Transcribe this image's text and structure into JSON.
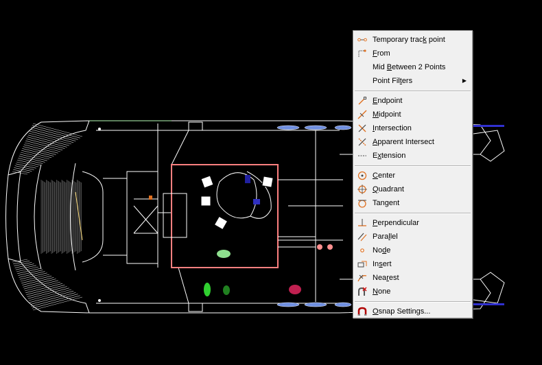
{
  "menu": {
    "groups": [
      [
        {
          "id": "temporary-track-point",
          "pre": "Temporary trac",
          "key": "k",
          "post": " point",
          "icon": "track-point-icon"
        },
        {
          "id": "from",
          "pre": "",
          "key": "F",
          "post": "rom",
          "icon": "from-icon"
        },
        {
          "id": "mid-between-2-points",
          "pre": "Mid ",
          "key": "B",
          "post": "etween 2 Points",
          "icon": ""
        },
        {
          "id": "point-filters",
          "pre": "Point Fil",
          "key": "t",
          "post": "ers",
          "icon": "",
          "submenu": true
        }
      ],
      [
        {
          "id": "endpoint",
          "pre": "",
          "key": "E",
          "post": "ndpoint",
          "icon": "endpoint-icon"
        },
        {
          "id": "midpoint",
          "pre": "",
          "key": "M",
          "post": "idpoint",
          "icon": "midpoint-icon"
        },
        {
          "id": "intersection",
          "pre": "",
          "key": "I",
          "post": "ntersection",
          "icon": "intersection-icon"
        },
        {
          "id": "apparent-intersect",
          "pre": "",
          "key": "A",
          "post": "pparent Intersect",
          "icon": "apparent-intersect-icon"
        },
        {
          "id": "extension",
          "pre": "E",
          "key": "x",
          "post": "tension",
          "icon": "extension-icon"
        }
      ],
      [
        {
          "id": "center",
          "pre": "",
          "key": "C",
          "post": "enter",
          "icon": "center-icon"
        },
        {
          "id": "quadrant",
          "pre": "",
          "key": "Q",
          "post": "uadrant",
          "icon": "quadrant-icon"
        },
        {
          "id": "tangent",
          "pre": "Tan",
          "key": "g",
          "post": "ent",
          "icon": "tangent-icon"
        }
      ],
      [
        {
          "id": "perpendicular",
          "pre": "",
          "key": "P",
          "post": "erpendicular",
          "icon": "perpendicular-icon"
        },
        {
          "id": "parallel",
          "pre": "Para",
          "key": "l",
          "post": "lel",
          "icon": "parallel-icon"
        },
        {
          "id": "node",
          "pre": "No",
          "key": "d",
          "post": "e",
          "icon": "node-icon"
        },
        {
          "id": "insert",
          "pre": "In",
          "key": "s",
          "post": "ert",
          "icon": "insert-icon"
        },
        {
          "id": "nearest",
          "pre": "Nea",
          "key": "r",
          "post": "est",
          "icon": "nearest-icon"
        },
        {
          "id": "none",
          "pre": "",
          "key": "N",
          "post": "one",
          "icon": "none-icon"
        }
      ],
      [
        {
          "id": "osnap-settings",
          "pre": "",
          "key": "O",
          "post": "snap Settings...",
          "icon": "osnap-settings-icon"
        }
      ]
    ]
  },
  "colors": {
    "canvas_bg": "#000000",
    "drawing_line": "#ffffff",
    "room_outline": "#ff8080",
    "snap_icon_orange": "#e07020",
    "blue_fixtures": "#6f8fe0",
    "green_plants": "#30d030"
  }
}
